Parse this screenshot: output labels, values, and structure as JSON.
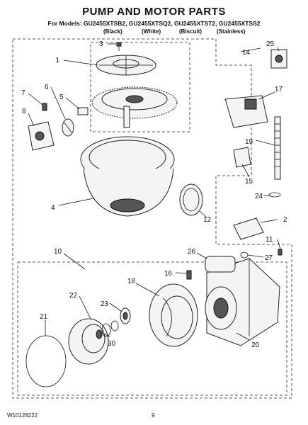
{
  "header": {
    "title": "PUMP AND MOTOR PARTS",
    "models": "For Models: GU2455XTSB2, GU2455XTSQ2, GU2455XTST2, GU2455XTSS2",
    "colors": [
      "(Black)",
      "(White)",
      "(Biscuit)",
      "(Stainless)"
    ]
  },
  "callouts": [
    "1",
    "2",
    "3",
    "4",
    "5",
    "6",
    "7",
    "8",
    "10",
    "11",
    "12",
    "14",
    "15",
    "16",
    "17",
    "18",
    "19",
    "20",
    "21",
    "22",
    "23",
    "24",
    "25",
    "26",
    "27",
    "30"
  ],
  "footer": {
    "doc_id": "W10128222",
    "page": "9"
  }
}
